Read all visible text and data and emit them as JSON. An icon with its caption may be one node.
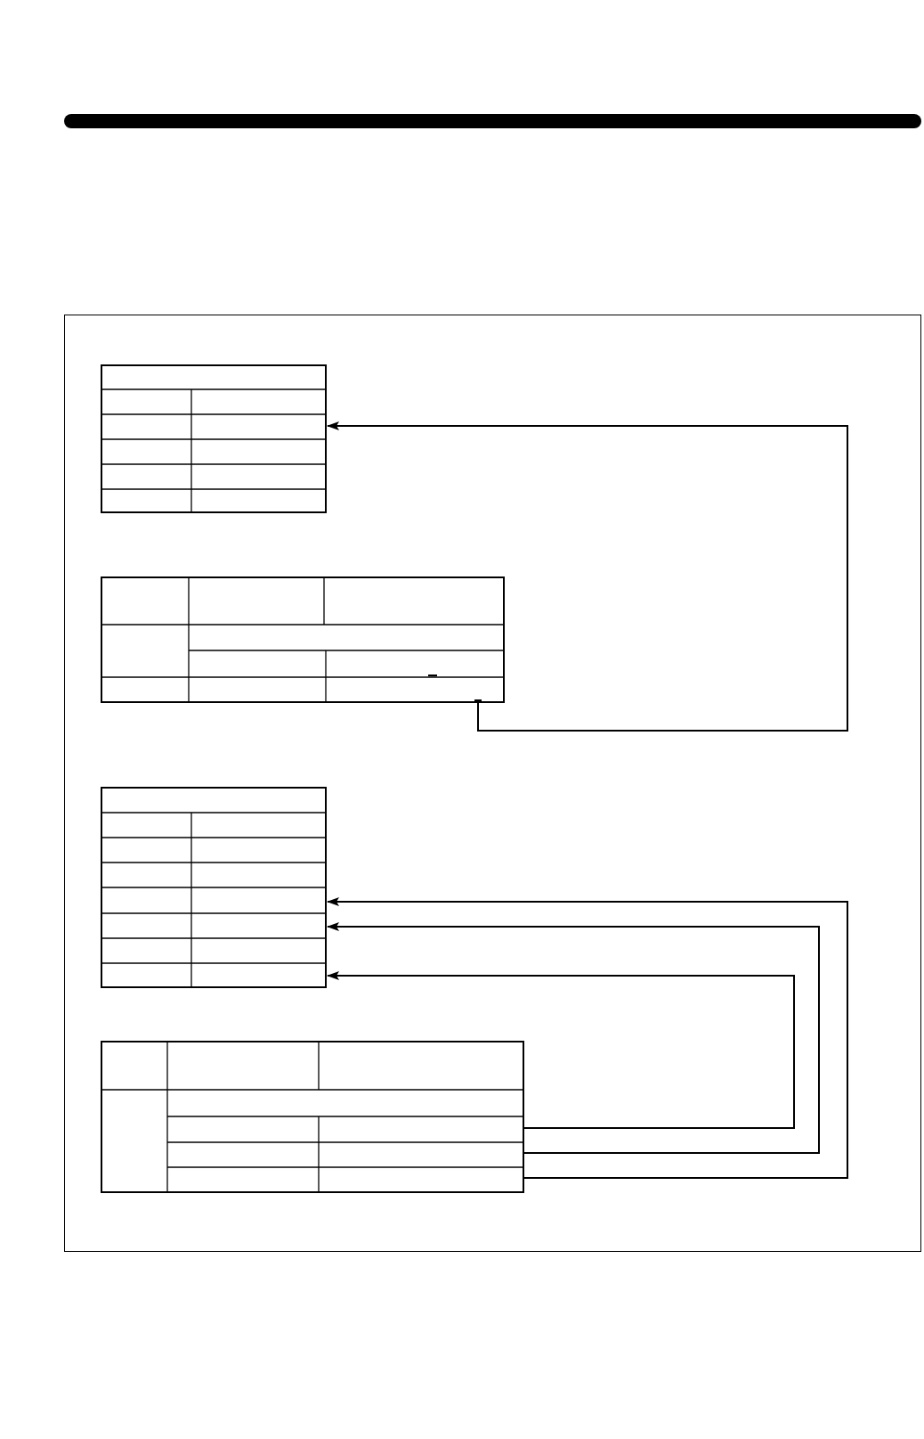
{
  "diagram": {
    "nodes": [
      {
        "text": [],
        "shape": "bar"
      },
      {
        "text": [],
        "shape": "box"
      },
      {
        "text": [],
        "shape": "table",
        "in": 1
      },
      {
        "text": [],
        "shape": "table",
        "in": 1
      },
      {
        "text": [],
        "shape": "table",
        "in": 1
      },
      {
        "text": [],
        "shape": "table",
        "in": 1
      }
    ],
    "edges": [
      {
        "from": 3,
        "to": 2,
        "arrow": "to"
      },
      {
        "from": 5,
        "to": 4,
        "arrow": "to"
      },
      {
        "from": 5,
        "to": 4,
        "arrow": "to"
      },
      {
        "from": 5,
        "to": 4,
        "arrow": "to"
      }
    ]
  }
}
